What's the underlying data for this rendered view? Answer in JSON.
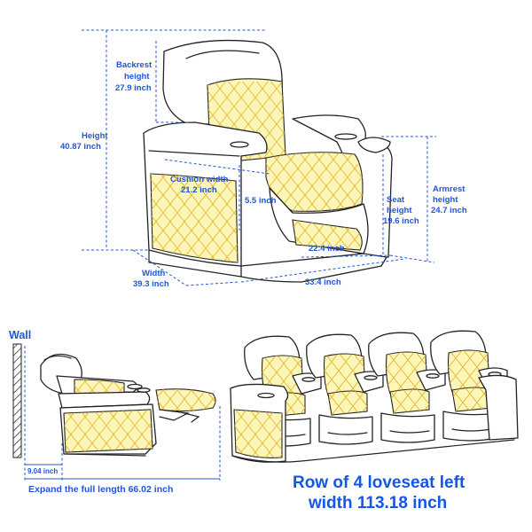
{
  "colors": {
    "dimension_blue": "#2255d8",
    "caption_blue": "#1457e6",
    "upholstery_yellow": "#fdf6b8",
    "diamond_stitch": "#e2b52b",
    "outline": "#222222"
  },
  "top_view": {
    "backrest_height": [
      "Backrest",
      "height",
      "27.9 inch"
    ],
    "height": [
      "Height",
      "40.87 inch"
    ],
    "cushion_width": [
      "Cushion width",
      "21.2 inch"
    ],
    "cushion_depth": "5.5 inch",
    "seat_height": [
      "Seat",
      "height",
      "19.6 inch"
    ],
    "armrest_height": [
      "Armrest",
      "height",
      "24.7 inch"
    ],
    "seat_depth": "22.4 inch",
    "width": [
      "Width",
      "39.3 inch"
    ],
    "depth": "33.4 inch"
  },
  "side_view": {
    "wall_label": "Wall",
    "wall_gap": "9.04 inch",
    "full_length": "Expand the full length 66.02 inch"
  },
  "row_view": {
    "caption_line1": "Row of 4 loveseat left",
    "caption_line2": "width 113.18 inch"
  }
}
